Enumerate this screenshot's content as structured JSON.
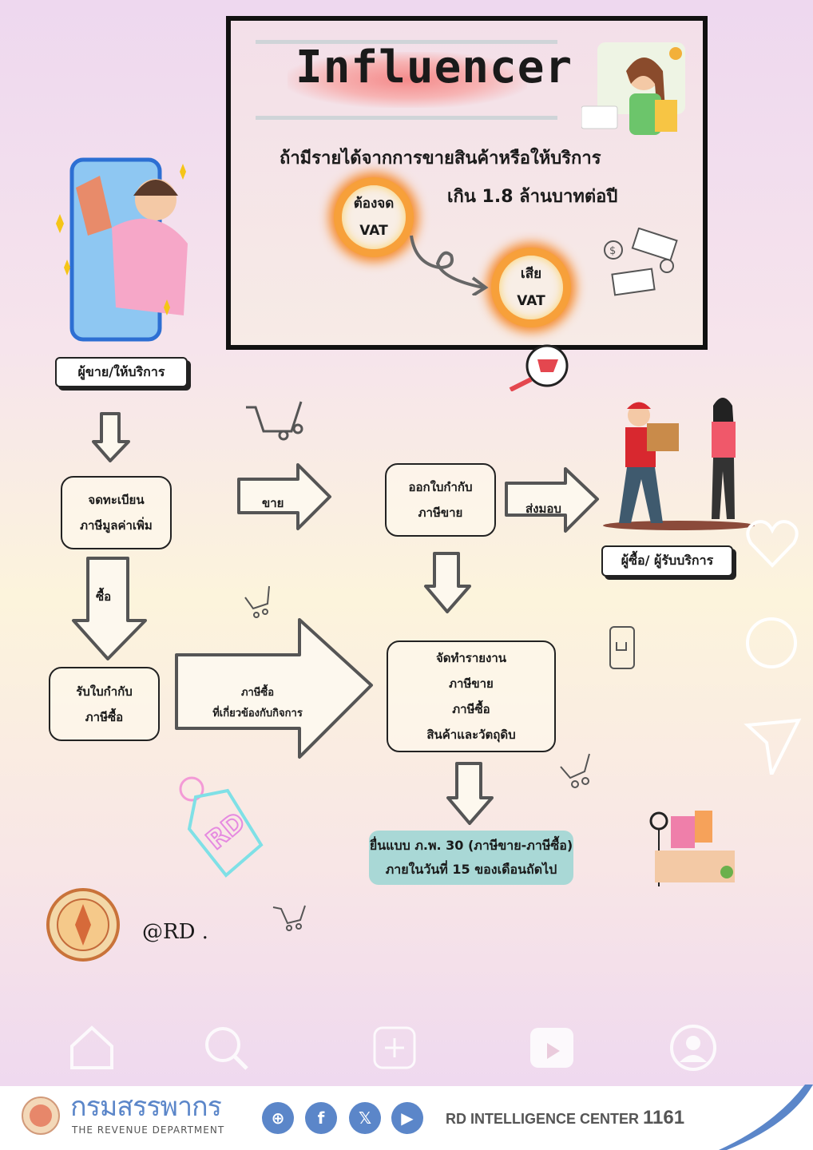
{
  "header": {
    "title": "Influencer",
    "condition": "ถ้ามีรายได้จากการขายสินค้าหรือให้บริการ",
    "threshold": "เกิน 1.8 ล้านบาทต่อปี",
    "ring1": {
      "line1": "ต้องจด",
      "line2": "VAT"
    },
    "ring2": {
      "line1": "เสีย",
      "line2": "VAT"
    }
  },
  "labels": {
    "seller": "ผู้ขาย/ให้บริการ",
    "buyer": "ผู้ซื้อ/ ผู้รับบริการ"
  },
  "flow": {
    "register": {
      "line1": "จดทะเบียน",
      "line2": "ภาษีมูลค่าเพิ่ม"
    },
    "sell_arrow": "ขาย",
    "issue_invoice": {
      "line1": "ออกใบกำกับ",
      "line2": "ภาษีขาย"
    },
    "deliver_arrow": "ส่งมอบ",
    "buy_arrow": "ซื้อ",
    "receive_invoice": {
      "line1": "รับใบกำกับ",
      "line2": "ภาษีซื้อ"
    },
    "input_tax_arrow": {
      "line1": "ภาษีซื้อ",
      "line2": "ที่เกี่ยวข้องกับกิจการ"
    },
    "report": {
      "line1": "จัดทำรายงาน",
      "line2": "ภาษีขาย",
      "line3": "ภาษีซื้อ",
      "line4": "สินค้าและวัตถุดิบ"
    },
    "file": {
      "line1": "ยื่นแบบ ภ.พ. 30 (ภาษีขาย-ภาษีซื้อ)",
      "line2": "ภายในวันที่ 15 ของเดือนถัดไป"
    }
  },
  "handle": "@RD .",
  "tag": "RD",
  "footer": {
    "org_thai": "กรมสรรพากร",
    "org_en": "THE REVENUE DEPARTMENT",
    "center": "RD INTELLIGENCE CENTER",
    "hotline": "1161",
    "social": [
      "globe-icon",
      "facebook-icon",
      "x-icon",
      "youtube-icon"
    ]
  },
  "colors": {
    "accent": "#5b86c9",
    "teal": "#a9d8d6",
    "ring": "#f7a03a"
  }
}
